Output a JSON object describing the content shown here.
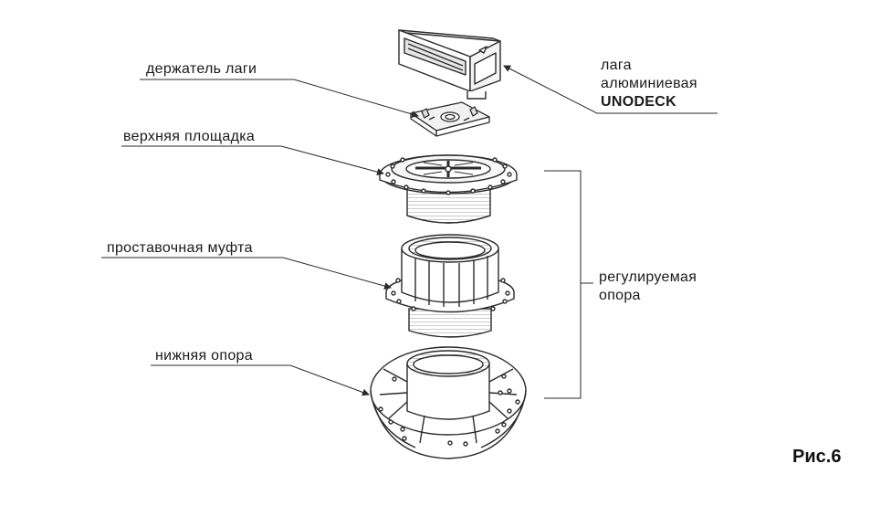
{
  "labels": {
    "joist_holder": "держатель лаги",
    "top_plate": "верхняя площадка",
    "spacer_coupling": "проставочная муфта",
    "lower_support": "нижняя опора",
    "joist_line1": "лага",
    "joist_line2": "алюминиевая",
    "joist_line3": "UNODECK",
    "adjustable_line1": "регулируемая",
    "adjustable_line2": "опора"
  },
  "figure_caption": "Рис.6",
  "colors": {
    "stroke": "#2b2b2b",
    "fill": "#ffffff",
    "shade": "#d9d9d9"
  }
}
